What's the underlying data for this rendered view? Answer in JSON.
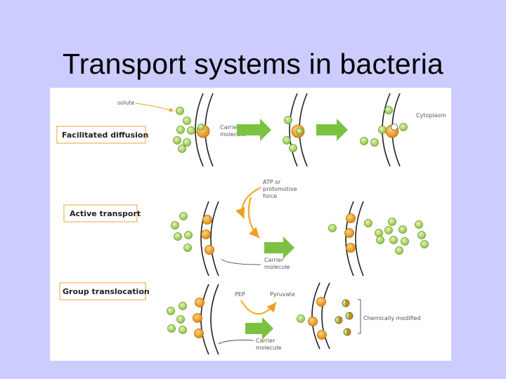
{
  "slide": {
    "title": "Transport systems in bacteria"
  },
  "rows": [
    {
      "label": "Facilitated diffusion"
    },
    {
      "label": "Active transport"
    },
    {
      "label": "Group translocation"
    }
  ],
  "annotations": {
    "solute": "solute",
    "carrier_1_line1": "Carrier",
    "carrier_1_line2": "molecule",
    "cytoplasm": "Cytoplasm",
    "atp_line1": "ATP or",
    "atp_line2": "protomotive",
    "atp_line3": "force",
    "carrier_2_line1": "Carrier",
    "carrier_2_line2": "molecule",
    "pep": "PEP",
    "pyruvate": "Pyruvate",
    "chem_modified": "Chemically modified",
    "carrier_3_line1": "Carrier",
    "carrier_3_line2": "molecule"
  },
  "colors": {
    "background": "#ccccff",
    "green_molecule": "#b5d96a",
    "orange_carrier": "#f0a020",
    "arrow_green": "#7cc142",
    "membrane": "#222222",
    "cycle_arrow": "#f0b030"
  }
}
